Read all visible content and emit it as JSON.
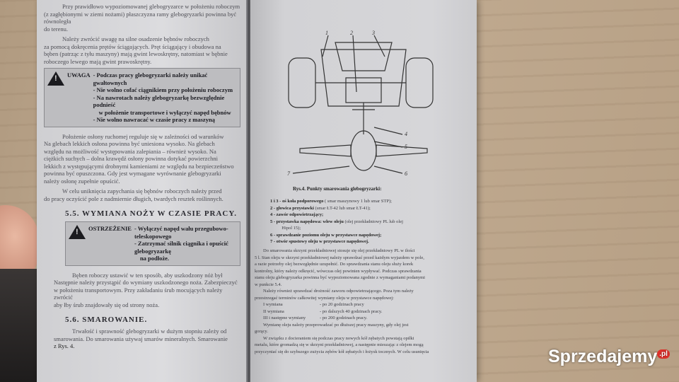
{
  "left_page": {
    "para1": [
      "Przy prawidłowo wypoziomowanej glebogryzarce w położeniu roboczym",
      "(z zagłębionymi w ziemi nożami) płaszczyzna ramy glebogryzarki powinna być równoległa",
      "do terenu."
    ],
    "para2": [
      "Należy zwrócić uwagę na silne osadzenie bębnów roboczych",
      "za pomocą dokręcenia prętów ściągających. Pręt ściągający i obudowa na",
      "bęben (patrząc z tyłu maszyny) mają gwint lewoskrętny, natomiast w bębnie",
      "roboczego lewego mają gwint prawoskrętny."
    ],
    "warning1": {
      "label": "UWAGA",
      "lines": [
        "- Podczas pracy glebogryzarki należy unikać gwałtownych",
        "- Nie wolno cofać ciągnikiem przy położeniu roboczym",
        "- Na nawrotach należy glebogryzarkę bezwzględnie podnieść",
        "w położenie transportowe i wyłączyć napęd bębnów",
        "- Nie wolno nawracać w czasie pracy z maszyną"
      ]
    },
    "para3": [
      "Położenie osłony ruchomej reguluje się w zależności od warunków",
      "Na glebach lekkich osłona powinna być uniesiona wysoko. Na glebach",
      "względu na możliwość występowania zalepiania – również wysoko. Na",
      "ciężkich suchych – dolna krawędź osłony powinna dotykać powierzchni",
      "lekkich z występującymi drobnymi kamieniami ze względu na bezpieczeństwo",
      "powinna być opuszczona. Gdy jest wymagane wyrównanie glebogryzarki",
      "należy osłonę zupełnie opuścić."
    ],
    "para4": [
      "W celu uniknięcia zapychania się bębnów roboczych należy przed",
      "do pracy oczyścić pole z nadmiernie długich, twardych resztek roślinnych."
    ],
    "section55": "5.5.  WYMIANA NOŻY W CZASIE PRACY.",
    "warning2": {
      "label": "OSTRZEŻENIE",
      "lines": [
        "- Wyłączyć napęd wału przegubowo-teleskopowego",
        "- Zatrzymać silnik ciągnika i opuścić glebogryzarkę",
        "na podłoże."
      ]
    },
    "para5": [
      "Bęben roboczy ustawić w ten sposób, aby uszkodzony nóż był",
      "Następnie należy przystąpić do wymiany uszkodzonego noża. Zabezpieczyć",
      "w położeniu transportowym. Przy zakładaniu śrub mocujących należy zwrócić",
      "aby łby śrub znajdowały się od strony noża."
    ],
    "section56": "5.6.  SMAROWANIE.",
    "para6": [
      "Trwałość i sprawność glebogryzarki w dużym stopniu zależy od",
      "smarowania. Do smarowania używaj smarów mineralnych. Smarowanie",
      "z Rys. 4."
    ]
  },
  "right_page": {
    "figure_labels": [
      "1",
      "2",
      "3",
      "4",
      "5",
      "6",
      "7"
    ],
    "caption": "Rys.4.    Punkty smarowania glebogryzarki:",
    "legend": [
      {
        "b": "1 i 3 - oś koła podporowego",
        "t": " ( smar maszynowy 1 lub smar STP);"
      },
      {
        "b": "2 - głowica przystawki",
        "t": " (smar ŁT-42 lub smar ŁT-41);"
      },
      {
        "b": "4 - zawór odpowietrzający;",
        "t": ""
      },
      {
        "b": "5 - przystawka napędowa:  wlew oleju",
        "t": " (olej przekładniowy PL lub olej"
      },
      {
        "b": "",
        "t": "          Hipol 15);"
      },
      {
        "b": "6 - sprawdzanie poziomu oleju w przystawce napędowej;",
        "t": ""
      },
      {
        "b": "7 - otwór spustowy oleju w przystawce napędowej.",
        "t": ""
      }
    ],
    "para1": [
      "Do smarowania skrzyni przekładniowej stosuje się olej przekładniowy PL w ilości",
      "5 l. Stan oleju w skrzyni przekładniowej należy sprawdzać przed każdym wyjazdem w pole,",
      "a razie potrzeby olej bezwzględnie uzupełnić. Do sprawdzania stanu oleju służy korek",
      "kontrolny, który należy odkręcić, wówczas olej powinien wypływać. Podczas sprawdzania",
      "stanu oleju glebogryzarka powinna być wypoziomowana zgodnie z wymaganiami podanymi",
      "w punkcie 5.4."
    ],
    "para2": [
      "Należy również sprawdzać drożność zaworu odpowietrzającego. Poza tym należy",
      "przestrzegać terminów całkowitej wymiany oleju w przystawce napędowej:"
    ],
    "schedule": [
      {
        "n": "I  wymiana",
        "v": "- po 20 godzinach pracy"
      },
      {
        "n": "II  wymiana",
        "v": "- po dalszych 40 godzinach pracy."
      },
      {
        "n": "III i następne wymiany",
        "v": "- po 200 godzinach pracy."
      }
    ],
    "para3": [
      "Wymianę oleju należy przeprowadzać po dłuższej pracy maszyny, gdy olej jest",
      "gorący."
    ],
    "para4": [
      "W związku z docieraniem się podczas pracy nowych kół zębatych powstają opiłki",
      "metalu, które gromadzą się w skrzyni przekładniowej, a następnie mieszając z olejem mogą",
      "przyczyniać się do szybszego zużycia zębów kół zębatych i łożysk tocznych. W celu usunięcia"
    ]
  },
  "watermark": {
    "text": "Sprzedajemy",
    "suffix": ".pl"
  }
}
